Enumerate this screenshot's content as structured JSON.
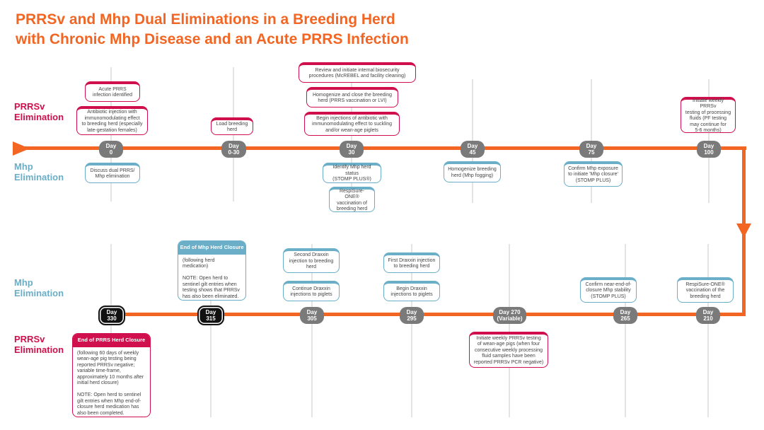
{
  "title": "PRRSv and Mhp Dual Eliminations in a Breeding Herd\nwith Chronic Mhp Disease and an Acute PRRS Infection",
  "lanes": {
    "prrsv": "PRRSv\nElimination",
    "mhp": "Mhp\nElimination"
  },
  "colors": {
    "orange": "#f26522",
    "pink": "#d0104c",
    "blue": "#6aaec8",
    "pill": "#7a7a7a",
    "pill_milestone": "#111111"
  },
  "top_days": [
    "Day\n0",
    "Day\n0-30",
    "Day\n30",
    "Day\n45",
    "Day\n75",
    "Day\n100"
  ],
  "bottom_days": [
    "Day\n330",
    "Day\n315",
    "Day\n305",
    "Day\n295",
    "Day 270\n(Variable)",
    "Day\n265",
    "Day\n210"
  ],
  "events": [
    "Acute PRRS\ninfection identified",
    "Antibiotic injection with\nimmunomodulating effect\nto breeding herd (especially\nlate-gestation females)",
    "Load breeding\nherd",
    "Review and initiate internal biosecurity\nprocedures (McREBEL and facility cleaning)",
    "Homogenize and close the breeding\nherd (PRRS vaccination or LVI)",
    "Begin injections of antibiotic with\nimmunomodulating effect to suckling\nand/or wean-age piglets",
    "Initiate weekly PRRSv\ntesting of processing\nfluids (PF testing\nmay continue for\n5-6 months)",
    "Discuss dual PRRS/\nMhp elimination",
    "Identify Mhp herd status\n(STOMP PLUS®)",
    "RespiSure-ONE®\nvaccination of\nbreeding herd",
    "Homogenize breeding\nherd (Mhp fogging)",
    "Confirm Mhp exposure\nto initiate 'Mhp closure'\n(STOMP PLUS)",
    "Second Draxxin\ninjection to breeding\nherd",
    "Continue Draxxin\ninjections to piglets",
    "First Draxxin injection\nto breeding herd",
    "Begin Draxxin\ninjections to piglets",
    "Confirm near-end-of-\nclosure Mhp stability\n(STOMP PLUS)",
    "RespiSure-ONE®\nvaccination of the\nbreeding herd",
    "Initiate weekly PRRSv testing\nof wean-age pigs  (when four\nconsecutive weekly processing\nfluid samples have been\nreported PRRSv PCR negative)"
  ],
  "mhp_closure": {
    "heading": "End of Mhp Herd Closure",
    "body": "(following herd\nmedication)\n\nNOTE: Open herd to\nsentinel gilt entries when\ntesting shows that PRRSv\nhas also been eliminated."
  },
  "prrs_closure": {
    "heading": "End of PRRS Herd Closure",
    "body": "(following 60 days of weekly\nwean-age pig testing being\nreported PRRSv negative;\nvariable time-frame,\napproximately 10 months after\ninitial herd closure)\n\nNOTE: Open herd to sentinel\ngilt entries when Mhp end-of-\nclosure herd medication has\nalso been completed."
  }
}
